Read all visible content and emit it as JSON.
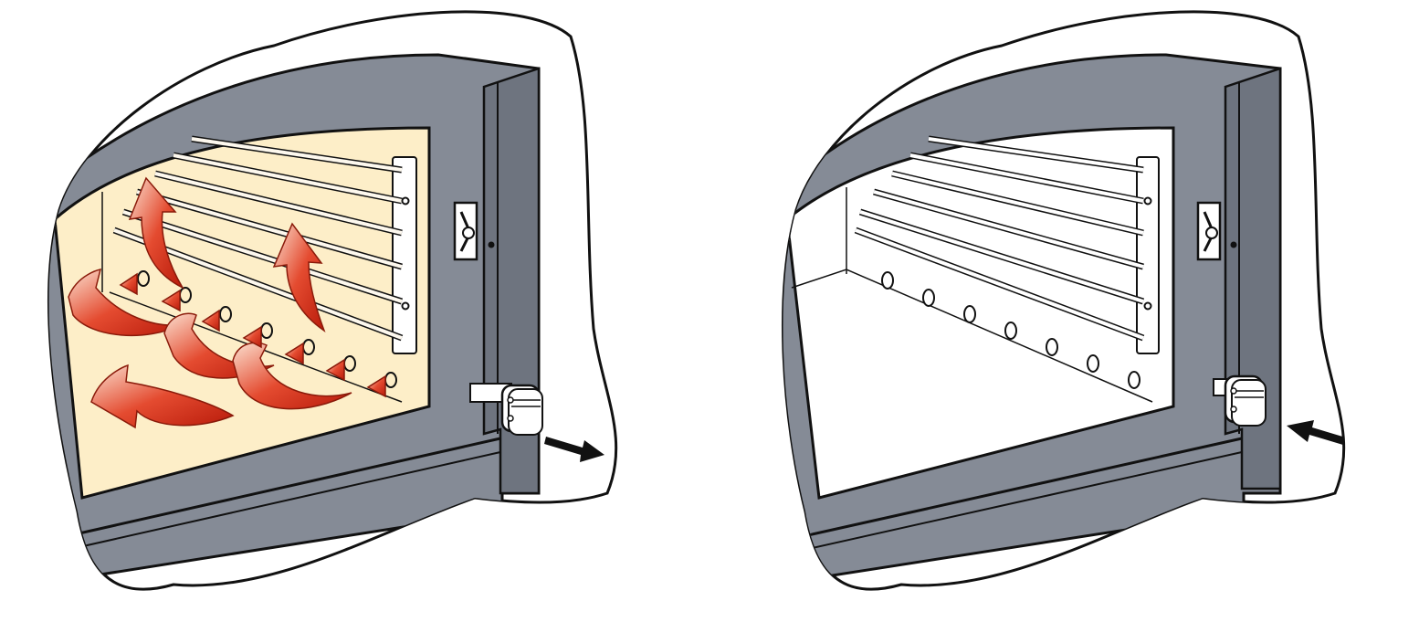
{
  "figure": {
    "panels": [
      {
        "id": "left",
        "state": "air-control-open",
        "interior_color": "#fdeec8",
        "shows_airflow": true,
        "slide_direction": "out"
      },
      {
        "id": "right",
        "state": "air-control-closed",
        "interior_color": "#ffffff",
        "shows_airflow": false,
        "slide_direction": "in"
      }
    ]
  },
  "colors": {
    "frame": "#858b96",
    "outline": "#111111",
    "airflow_red": "#d42a14",
    "airflow_highlight": "#fbe0d0",
    "background": "#ffffff"
  },
  "icons": [
    "air-slider-knob-icon",
    "direction-arrow-icon",
    "door-latch-icon",
    "airflow-arrow-icon",
    "air-inlet-hole-icon",
    "firebrick-grate-icon"
  ]
}
